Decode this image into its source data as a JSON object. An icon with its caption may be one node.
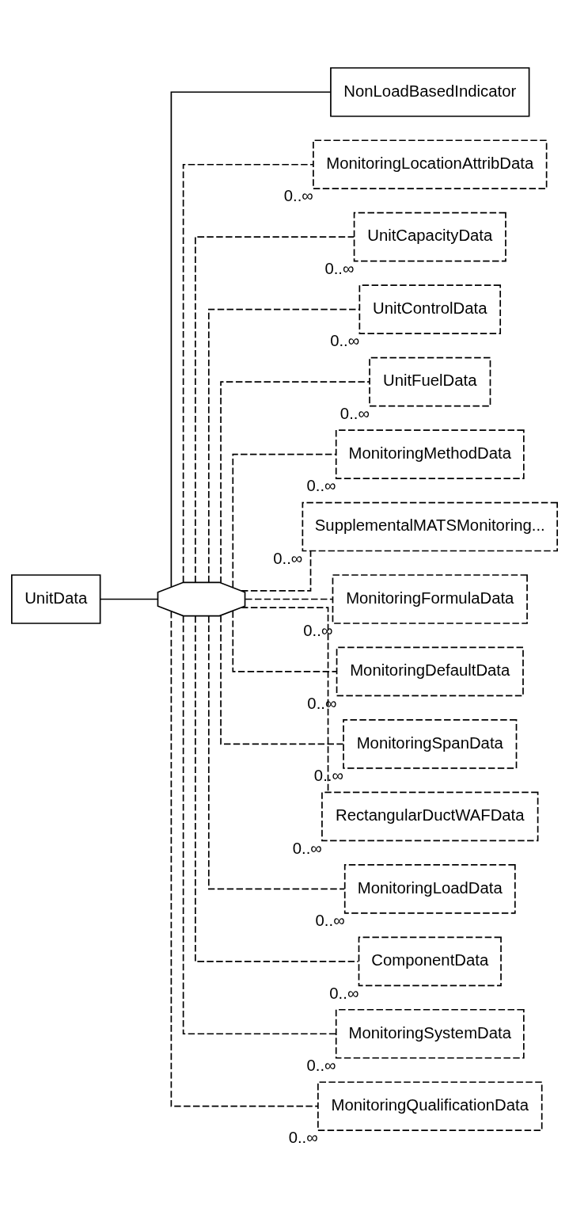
{
  "diagram": {
    "nodes": [
      {
        "text": [
          "UnitData"
        ]
      },
      {
        "text": [],
        "shape": "octagon"
      },
      {
        "text": [
          "NonLoadBasedIndicator"
        ]
      },
      {
        "text": [
          "MonitoringLocationAttribData"
        ],
        "beside": [
          "0..∞"
        ]
      },
      {
        "text": [
          "UnitCapacityData"
        ],
        "beside": [
          "0..∞"
        ]
      },
      {
        "text": [
          "UnitControlData"
        ],
        "beside": [
          "0..∞"
        ]
      },
      {
        "text": [
          "UnitFuelData"
        ],
        "beside": [
          "0..∞"
        ]
      },
      {
        "text": [
          "MonitoringMethodData"
        ],
        "beside": [
          "0..∞"
        ]
      },
      {
        "text": [
          "SupplementalMATSMonitoring..."
        ],
        "beside": [
          "0..∞"
        ]
      },
      {
        "text": [
          "MonitoringFormulaData"
        ],
        "beside": [
          "0..∞"
        ]
      },
      {
        "text": [
          "MonitoringDefaultData"
        ],
        "beside": [
          "0..∞"
        ]
      },
      {
        "text": [
          "MonitoringSpanData"
        ],
        "beside": [
          "0..∞"
        ]
      },
      {
        "text": [
          "RectangularDuctWAFData"
        ],
        "beside": [
          "0..∞"
        ]
      },
      {
        "text": [
          "MonitoringLoadData"
        ],
        "beside": [
          "0..∞"
        ]
      },
      {
        "text": [
          "ComponentData"
        ],
        "beside": [
          "0..∞"
        ]
      },
      {
        "text": [
          "MonitoringSystemData"
        ],
        "beside": [
          "0..∞"
        ]
      },
      {
        "text": [
          "MonitoringQualificationData"
        ],
        "beside": [
          "0..∞"
        ]
      }
    ],
    "edges": [
      {
        "from": 0,
        "to": 1,
        "arrow": "none"
      },
      {
        "from": 1,
        "to": 2,
        "arrow": "none"
      },
      {
        "from": 1,
        "to": 3,
        "arrow": "none",
        "style": "dashed"
      },
      {
        "from": 1,
        "to": 4,
        "arrow": "none",
        "style": "dashed"
      },
      {
        "from": 1,
        "to": 5,
        "arrow": "none",
        "style": "dashed"
      },
      {
        "from": 1,
        "to": 6,
        "arrow": "none",
        "style": "dashed"
      },
      {
        "from": 1,
        "to": 7,
        "arrow": "none",
        "style": "dashed"
      },
      {
        "from": 1,
        "to": 8,
        "arrow": "none",
        "style": "dashed"
      },
      {
        "from": 1,
        "to": 9,
        "arrow": "none",
        "style": "dashed"
      },
      {
        "from": 1,
        "to": 10,
        "arrow": "none",
        "style": "dashed"
      },
      {
        "from": 1,
        "to": 11,
        "arrow": "none",
        "style": "dashed"
      },
      {
        "from": 1,
        "to": 12,
        "arrow": "none",
        "style": "dashed"
      },
      {
        "from": 1,
        "to": 13,
        "arrow": "none",
        "style": "dashed"
      },
      {
        "from": 1,
        "to": 14,
        "arrow": "none",
        "style": "dashed"
      },
      {
        "from": 1,
        "to": 15,
        "arrow": "none",
        "style": "dashed"
      },
      {
        "from": 1,
        "to": 16,
        "arrow": "none",
        "style": "dashed"
      }
    ]
  }
}
